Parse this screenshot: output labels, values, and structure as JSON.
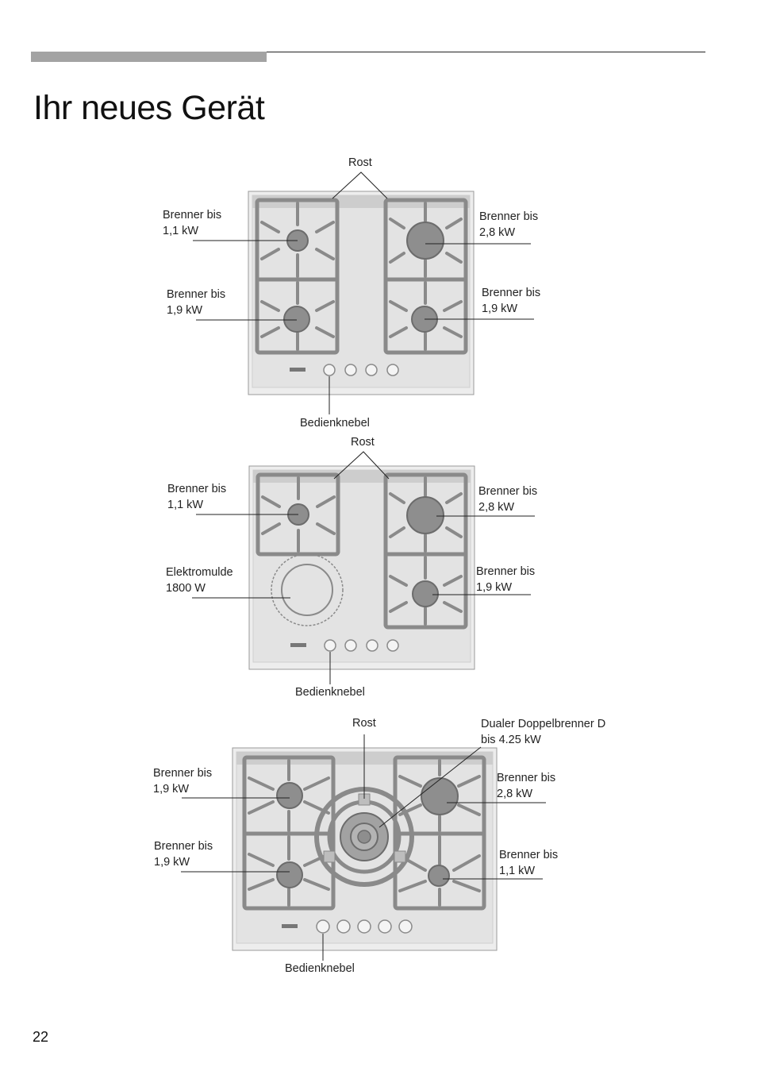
{
  "page": {
    "title": "Ihr neues Gerät",
    "page_number": "22"
  },
  "diagram1": {
    "rost": "Rost",
    "tl": {
      "line1": "Brenner bis",
      "line2": "1,1 kW"
    },
    "tr": {
      "line1": "Brenner bis",
      "line2": "2,8 kW"
    },
    "bl": {
      "line1": "Brenner bis",
      "line2": "1,9 kW"
    },
    "br": {
      "line1": "Brenner bis",
      "line2": "1,9 kW"
    },
    "knobs": "Bedienknebel"
  },
  "diagram2": {
    "rost": "Rost",
    "tl": {
      "line1": "Brenner bis",
      "line2": "1,1 kW"
    },
    "tr": {
      "line1": "Brenner bis",
      "line2": "2,8 kW"
    },
    "bl": {
      "line1": "Elektromulde",
      "line2": "1800 W"
    },
    "br": {
      "line1": "Brenner bis",
      "line2": "1,9 kW"
    },
    "knobs": "Bedienknebel"
  },
  "diagram3": {
    "rost": "Rost",
    "dual": {
      "line1": "Dualer Doppelbrenner D",
      "line2": "bis 4.25 kW"
    },
    "tl": {
      "line1": "Brenner bis",
      "line2": "1,9 kW"
    },
    "tr": {
      "line1": "Brenner bis",
      "line2": "2,8 kW"
    },
    "bl": {
      "line1": "Brenner bis",
      "line2": "1,9 kW"
    },
    "br": {
      "line1": "Brenner bis",
      "line2": "1,1 kW"
    },
    "knobs": "Bedienknebel"
  }
}
